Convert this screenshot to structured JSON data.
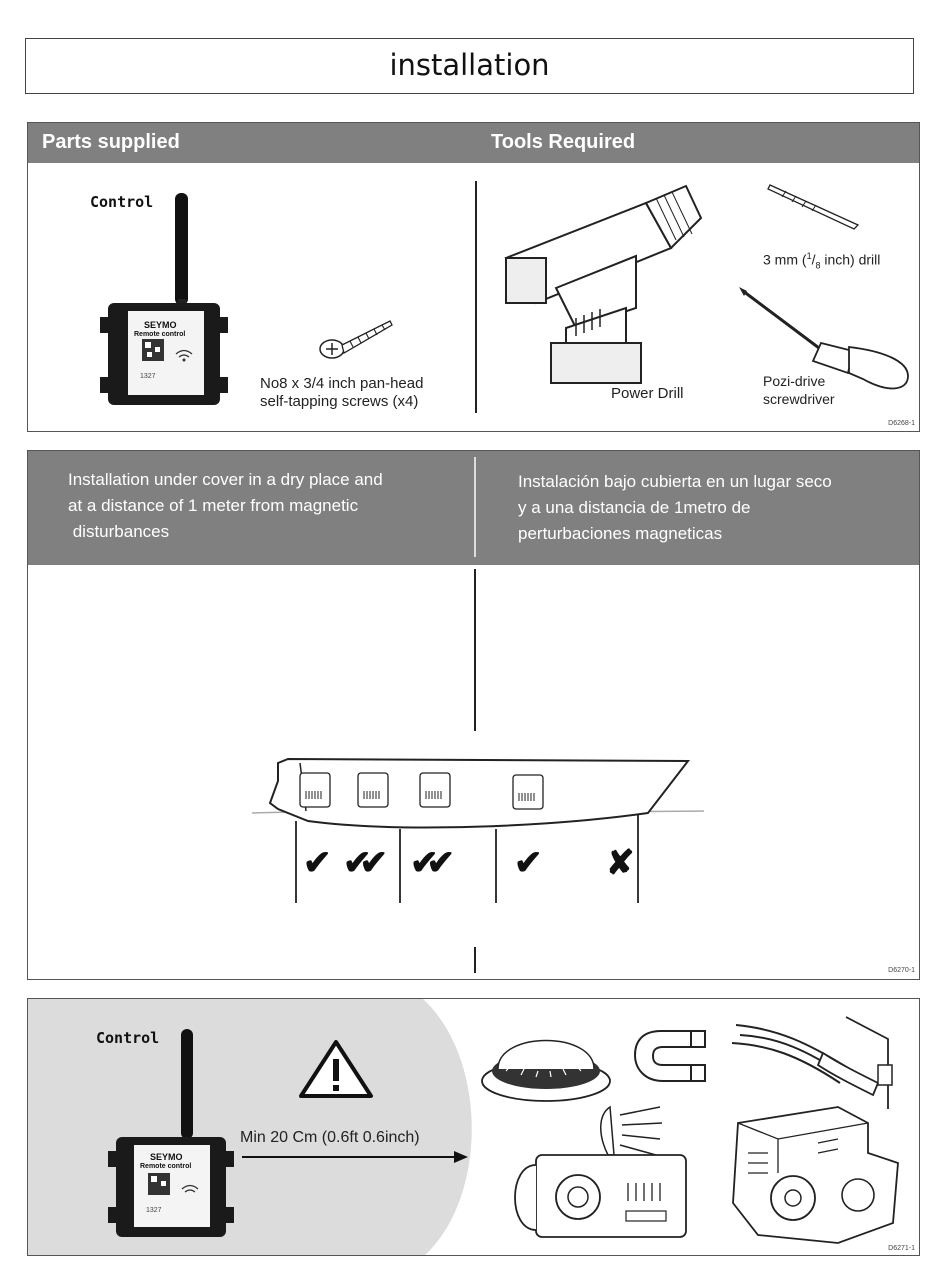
{
  "title": "installation",
  "parts_panel": {
    "parts_heading": "Parts supplied",
    "tools_heading": "Tools Required",
    "control_label": "Control",
    "device_brand": "SEYMO",
    "device_subtitle": "Remote control",
    "device_code": "1327",
    "screws_line1": "No8 x 3/4 inch pan-head",
    "screws_line2": "self-tapping screws (x4)",
    "drill_bit_prefix": "3 mm (",
    "drill_bit_num": "1",
    "drill_bit_slash": "/",
    "drill_bit_den": "8",
    "drill_bit_suffix": " inch) drill",
    "power_drill": "Power Drill",
    "screwdriver_line1": "Pozi-drive",
    "screwdriver_line2": "screwdriver",
    "figure_code": "D6268-1"
  },
  "location_panel": {
    "english_line1": "Installation under cover in a dry place and",
    "english_line2": "at a distance of 1 meter from magnetic",
    "english_line3": " disturbances",
    "spanish_line1": "Instalación bajo cubierta en un lugar seco",
    "spanish_line2": "y a una distancia de 1metro de",
    "spanish_line3": "perturbaciones magneticas",
    "marks": [
      "✔",
      "✔✔",
      "✔✔",
      "✔",
      "✘"
    ],
    "figure_code": "D6270-1"
  },
  "distance_panel": {
    "control_label": "Control",
    "device_brand": "SEYMO",
    "device_subtitle": "Remote control",
    "device_code": "1327",
    "min_distance": "Min 20 Cm (0.6ft 0.6inch)",
    "figure_code": "D6271-1"
  }
}
